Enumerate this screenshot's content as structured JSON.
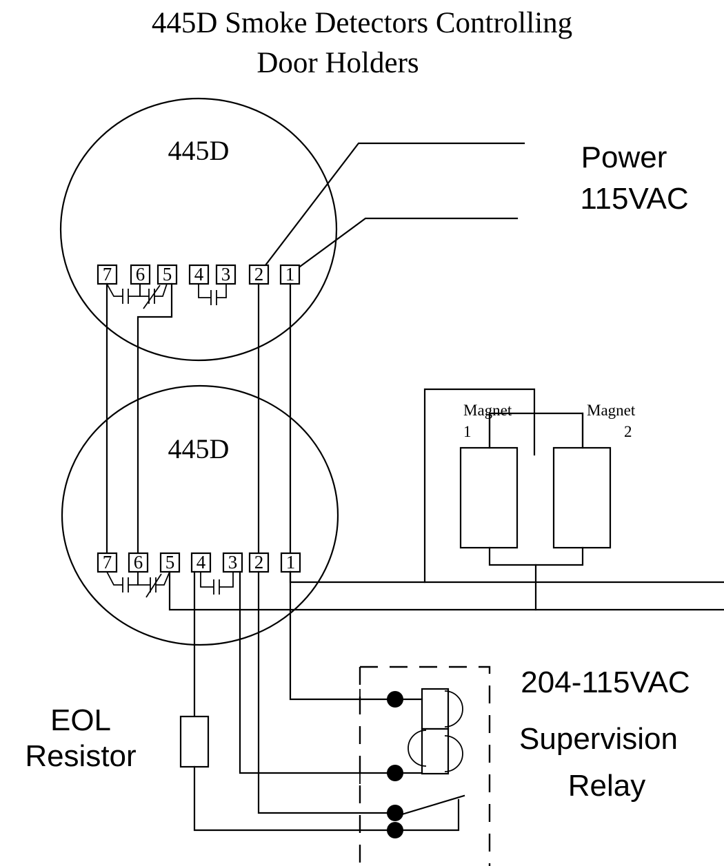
{
  "diagram": {
    "title_line_1": "445D Smoke Detectors Controlling",
    "title_line_2": "Door Holders",
    "detector_top": {
      "name": "445D",
      "terminals": [
        "7",
        "6",
        "5",
        "4",
        "3",
        "2",
        "1"
      ]
    },
    "detector_bottom": {
      "name": "445D",
      "terminals": [
        "7",
        "6",
        "5",
        "4",
        "3",
        "2",
        "1"
      ]
    },
    "power": {
      "line_1": "Power",
      "line_2": "115VAC"
    },
    "magnets": [
      {
        "label_line_1": "Magnet",
        "label_line_2": "1"
      },
      {
        "label_line_1": "Magnet",
        "label_line_2": "2"
      }
    ],
    "eol": {
      "line_1": "EOL",
      "line_2": "Resistor"
    },
    "relay": {
      "line_1": "204-115VAC",
      "line_2": "Supervision",
      "line_3": "Relay"
    },
    "colors": {
      "ink": "#000000",
      "paper": "#ffffff"
    }
  }
}
